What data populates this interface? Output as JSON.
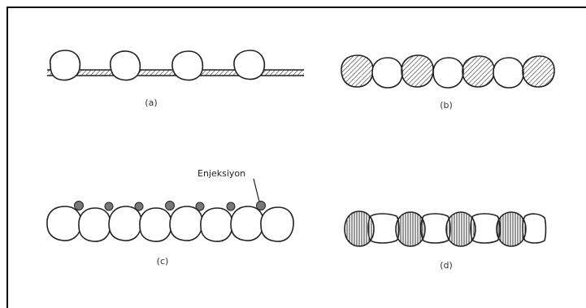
{
  "panels": {
    "a": {
      "label": "(a)"
    },
    "b": {
      "label": "(b)"
    },
    "c": {
      "label": "(c)",
      "annotation": "Enjeksiyon"
    },
    "d": {
      "label": "(d)"
    }
  }
}
